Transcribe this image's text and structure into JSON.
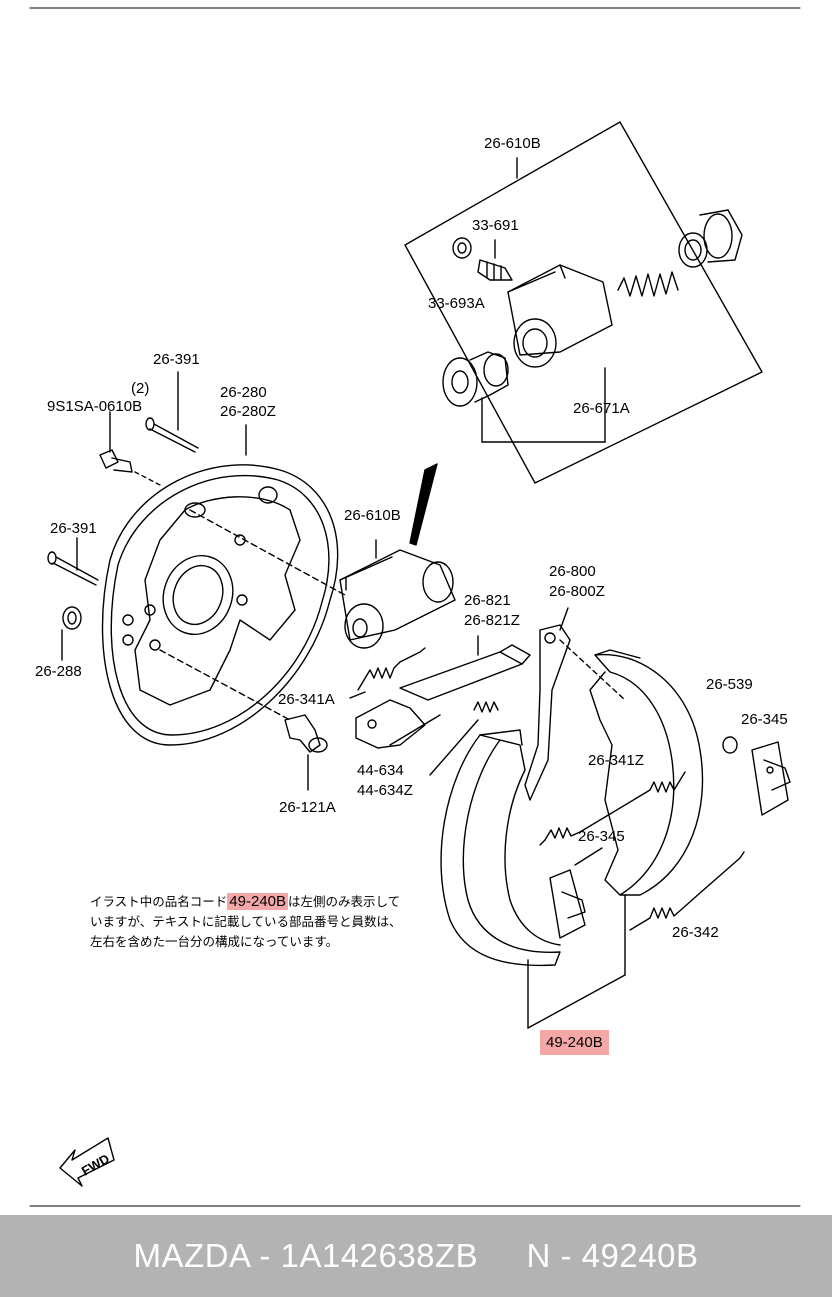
{
  "labels": {
    "l_26_610b_top": "26-610B",
    "l_33_691": "33-691",
    "l_33_693a": "33-693A",
    "l_26_671a": "26-671A",
    "l_26_391_top": "26-391",
    "l_qty2": "(2)",
    "l_9s1sa": "9S1SA-0610B",
    "l_26_280": "26-280",
    "l_26_280z": "26-280Z",
    "l_26_391_mid": "26-391",
    "l_26_288": "26-288",
    "l_26_610b_mid": "26-610B",
    "l_26_800": "26-800",
    "l_26_800z": "26-800Z",
    "l_26_821": "26-821",
    "l_26_821z": "26-821Z",
    "l_26_341a": "26-341A",
    "l_26_539": "26-539",
    "l_26_345_right": "26-345",
    "l_44_634": "44-634",
    "l_44_634z": "44-634Z",
    "l_26_341z": "26-341Z",
    "l_26_121a": "26-121A",
    "l_26_345_mid": "26-345",
    "l_26_342": "26-342",
    "l_49_240b": "49-240B"
  },
  "note": {
    "before": "イラスト中の品名コード",
    "code": "49-240B",
    "after": "は左側のみ表示していますが、テキストに記載している部品番号と員数は、左右を含めた一台分の構成になっています。"
  },
  "fwd": "FWD",
  "footer": {
    "text": "MAZDA - 1A142638ZB     N - 49240B"
  },
  "colors": {
    "highlight": "#f4a7a7",
    "footer_bg": "#b3b3b3",
    "footer_text": "#ffffff"
  }
}
